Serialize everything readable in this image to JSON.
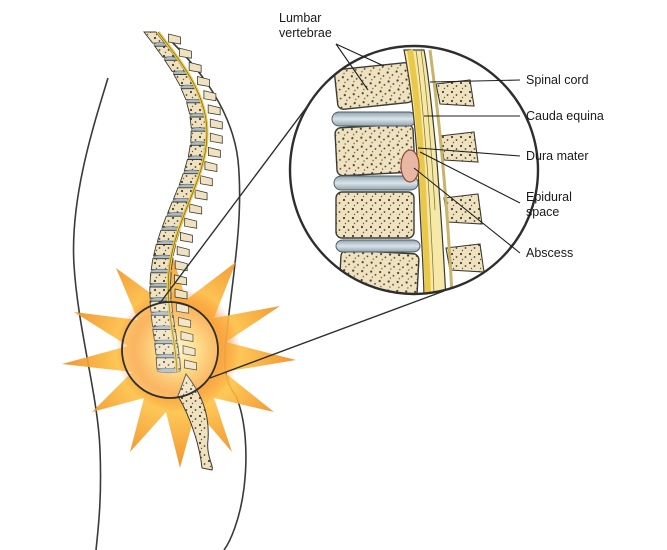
{
  "labels": {
    "lumbar_vertebrae": "Lumbar\nvertebrae",
    "spinal_cord": "Spinal cord",
    "cauda_equina": "Cauda equina",
    "dura_mater": "Dura mater",
    "epidural_space": "Epidural\nspace",
    "abscess": "Abscess"
  },
  "colors": {
    "bone": "#efe2c0",
    "bone_outline": "#3d3a30",
    "disc": "#aab9c2",
    "cord": "#e9c84a",
    "abscess": "#e9b8a4",
    "glow": "#f7a52d",
    "skin_outline": "#3a3a3a"
  },
  "icons": [
    "pain-burst-icon",
    "magnifier-circle-icon"
  ]
}
